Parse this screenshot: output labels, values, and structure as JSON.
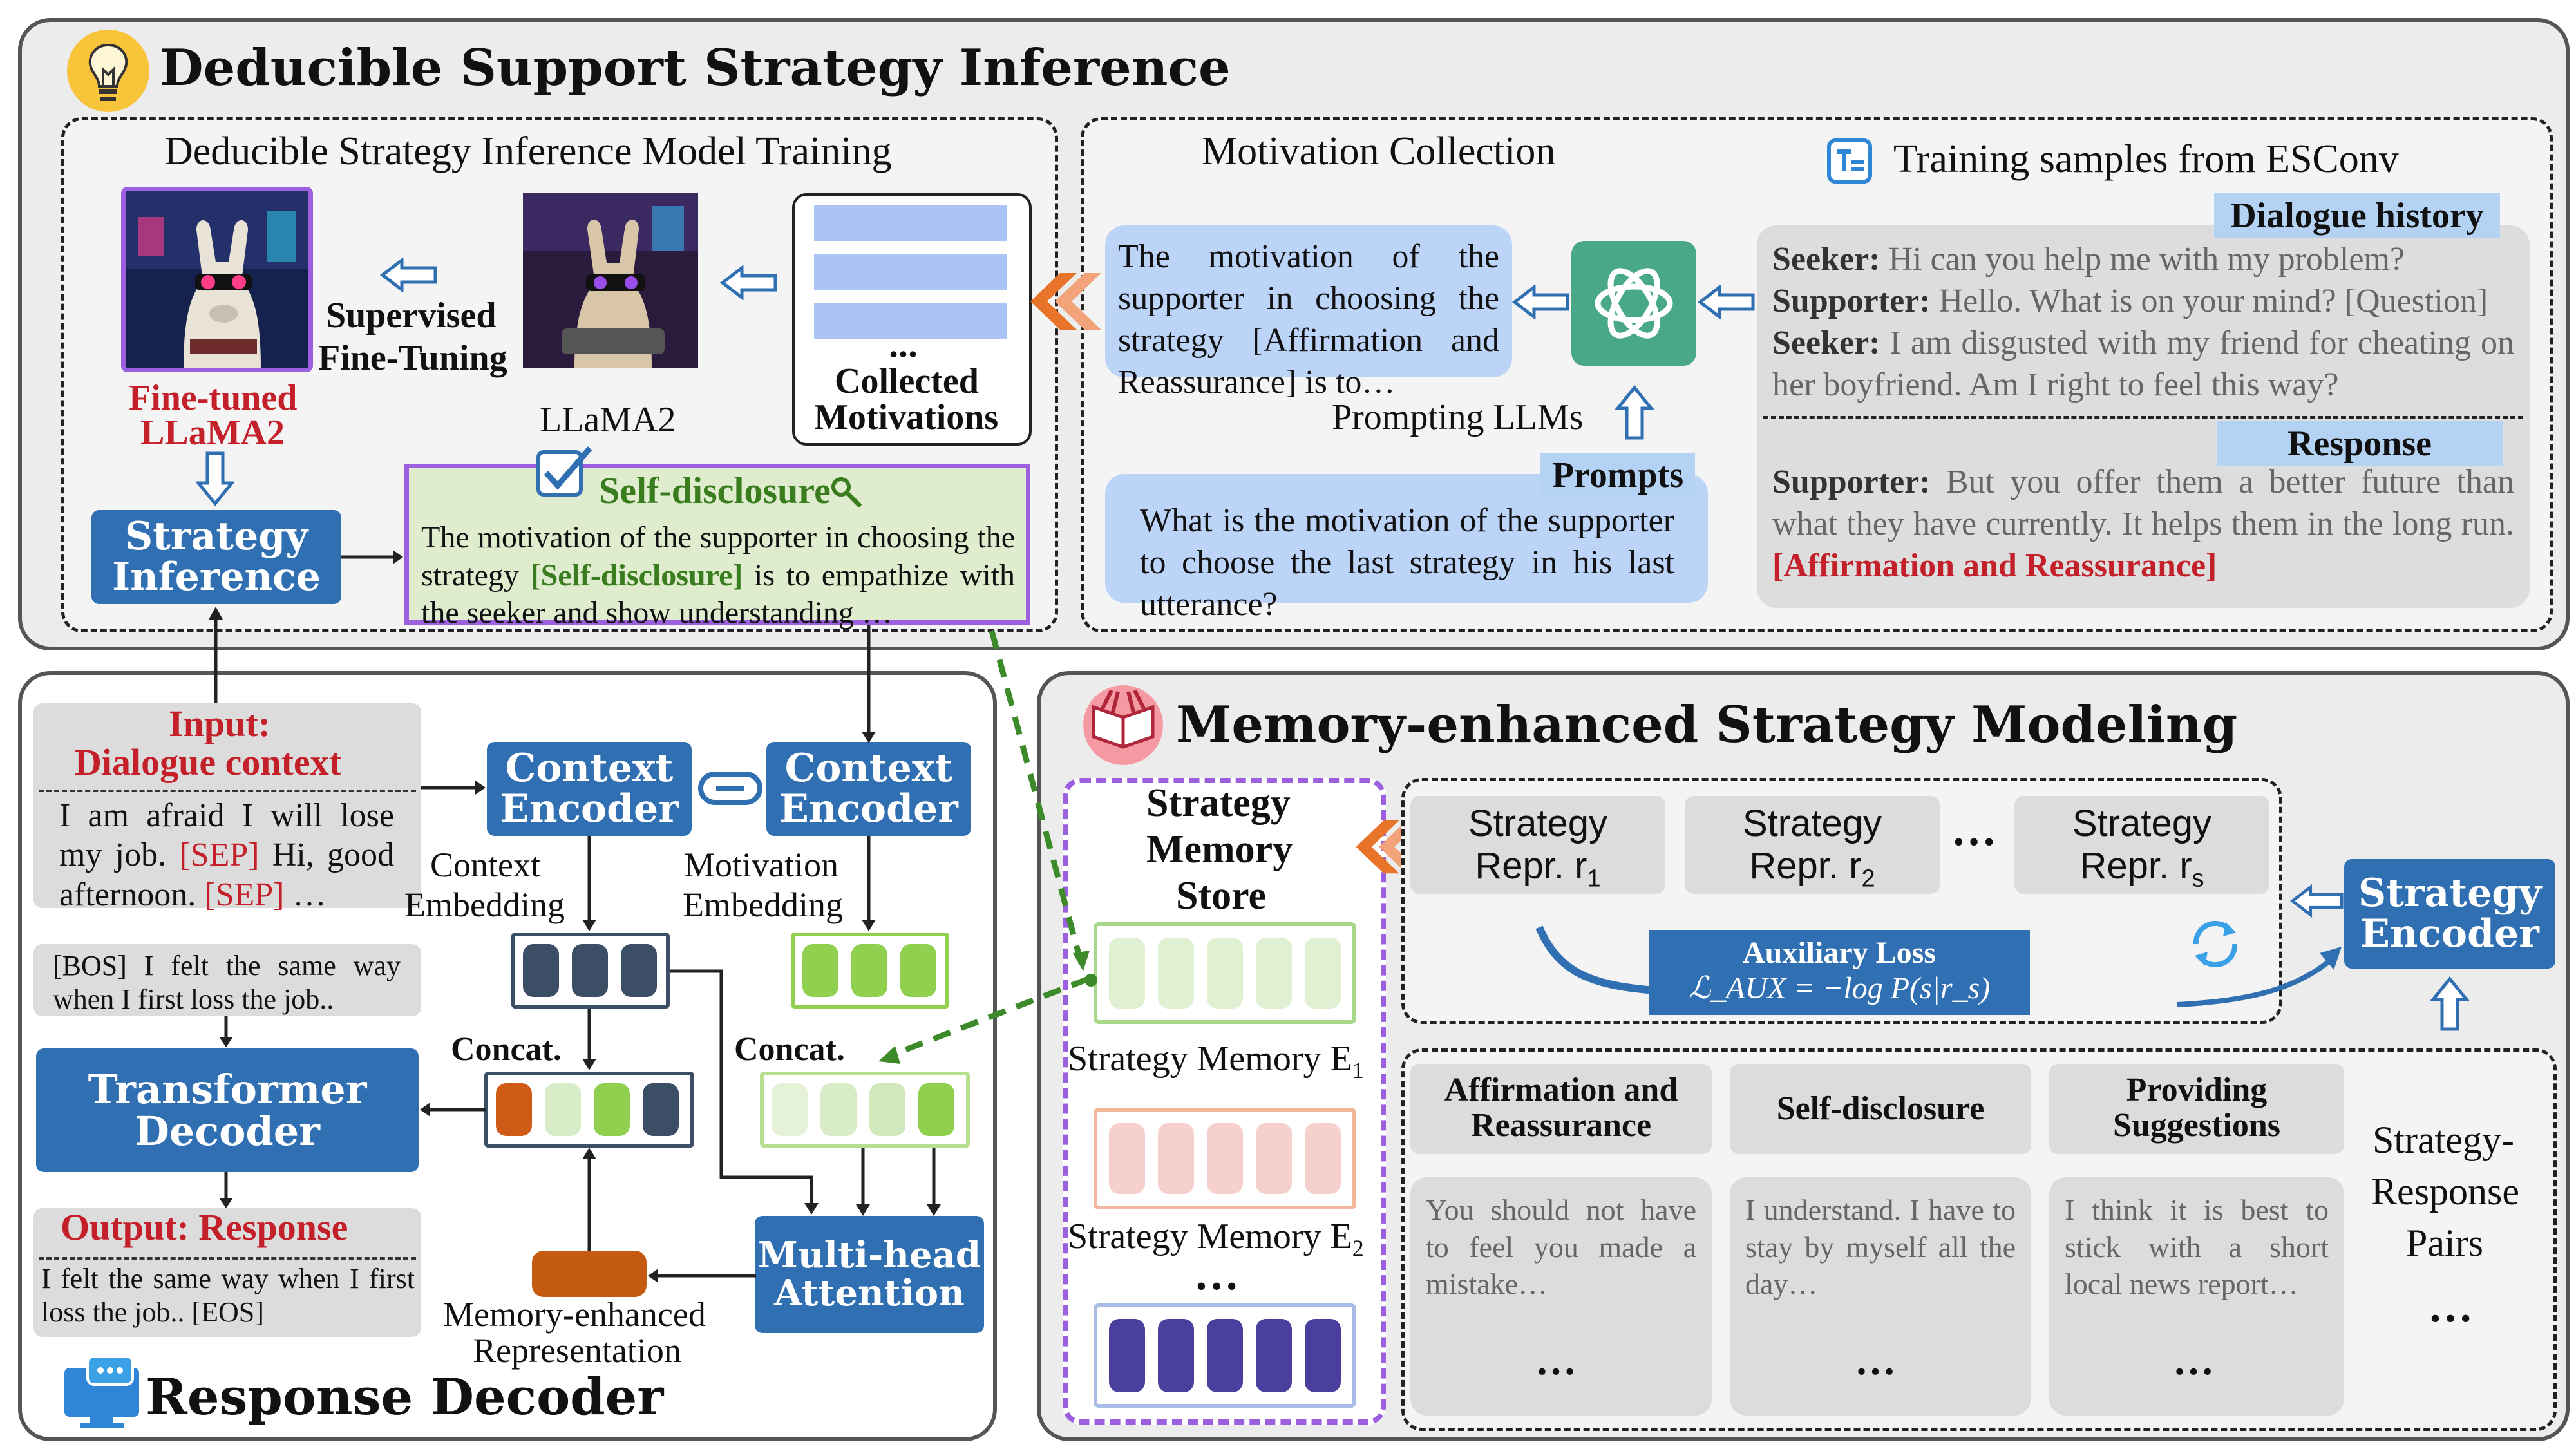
{
  "top": {
    "title": "Deducible Support Strategy Inference",
    "training": {
      "title": "Deducible Strategy Inference Model Training",
      "finetuned_label_1": "Fine-tuned",
      "finetuned_label_2": "LLaMA2",
      "sft_1": "Supervised",
      "sft_2": "Fine-Tuning",
      "llama_label": "LLaMA2",
      "collected_dots": "...",
      "collected_1": "Collected",
      "collected_2": "Motivations",
      "strategy_inference_1": "Strategy",
      "strategy_inference_2": "Inference",
      "self_disclosure_title": "Self-disclosure",
      "sd_text_a": "The motivation of the supporter in choosing the strategy ",
      "sd_text_strategy": "[Self-disclosure]",
      "sd_text_b": " is to empathize with the seeker and show understanding …"
    },
    "motivation": {
      "title": "Motivation Collection",
      "samples_title": "Training samples from ESConv",
      "motivation_text": "The motivation of the supporter in choosing the strategy [Affirmation and Reassurance] is to…",
      "prompting": "Prompting LLMs",
      "prompts_tag": "Prompts",
      "prompt_text": "What is the motivation of the supporter to choose the last strategy in his last utterance?",
      "dialogue_tag": "Dialogue history",
      "response_tag": "Response",
      "dialogue": [
        {
          "speaker": "Seeker:",
          "text": " Hi can you help me with my problem?"
        },
        {
          "speaker": "Supporter:",
          "text": " Hello. What is on your mind? [Question]"
        },
        {
          "speaker": "Seeker:",
          "text": " I am disgusted with my friend for cheating on her boyfriend. Am I right to feel this way?"
        }
      ],
      "response_speaker": "Supporter:",
      "response_text": " But you offer them a better future than what they have currently. It helps them in the long run. ",
      "response_strategy": "[Affirmation and Reassurance]"
    }
  },
  "decoder": {
    "title": "Response Decoder",
    "input_1": "Input:",
    "input_2": "Dialogue context",
    "input_text_a": "I am afraid I will lose my job. ",
    "input_sep1": "[SEP]",
    "input_text_b": " Hi, good afternoon. ",
    "input_sep2": "[SEP]",
    "input_text_c": " …",
    "bos_text": "[BOS] I felt the same way when I first loss the job..",
    "transformer_1": "Transformer",
    "transformer_2": "Decoder",
    "output_label": "Output: Response",
    "output_text": "I felt the same way when I first loss the job.. [EOS]",
    "context_encoder_1": "Context",
    "context_encoder_2": "Encoder",
    "context_embedding_1": "Context",
    "context_embedding_2": "Embedding",
    "motivation_embedding_1": "Motivation",
    "motivation_embedding_2": "Embedding",
    "concat": "Concat.",
    "mha_1": "Multi-head",
    "mha_2": "Attention",
    "mer_1": "Memory-enhanced",
    "mer_2": "Representation"
  },
  "memory": {
    "title": "Memory-enhanced Strategy Modeling",
    "store_1": "Strategy",
    "store_2": "Memory",
    "store_3": "Store",
    "memory_e1": "Strategy Memory E",
    "memory_e1_sub": "1",
    "memory_e2": "Strategy Memory E",
    "memory_e2_sub": "2",
    "dots": "…",
    "repr": [
      {
        "line1": "Strategy",
        "line2": "Repr. r",
        "sub": "1"
      },
      {
        "line1": "Strategy",
        "line2": "Repr. r",
        "sub": "2"
      },
      {
        "line1": "Strategy",
        "line2": "Repr. r",
        "sub": "s"
      }
    ],
    "repr_dots": "…",
    "aux_loss_1": "Auxiliary Loss",
    "aux_loss_2": "ℒ_AUX = −log P(s|r_s)",
    "encoder_1": "Strategy",
    "encoder_2": "Encoder",
    "pairs_1": "Strategy-",
    "pairs_2": "Response",
    "pairs_3": "Pairs",
    "pairs_dots": "…",
    "strategies": [
      {
        "name1": "Affirmation and",
        "name2": "Reassurance",
        "text": "You should not have to feel you made a mistake…",
        "dots": "…"
      },
      {
        "name1": "Self-disclosure",
        "name2": "",
        "text": "I understand. I have to stay by myself all the day…",
        "dots": "…"
      },
      {
        "name1": "Providing",
        "name2": "Suggestions",
        "text": "I think it is best to stick with a short local news report…",
        "dots": "…"
      }
    ]
  },
  "colors": {
    "blue": "#2f6fb2",
    "red": "#c3202a",
    "green": "#8fd14f",
    "orange": "#e8742a",
    "purple": "#9b5fe0"
  }
}
